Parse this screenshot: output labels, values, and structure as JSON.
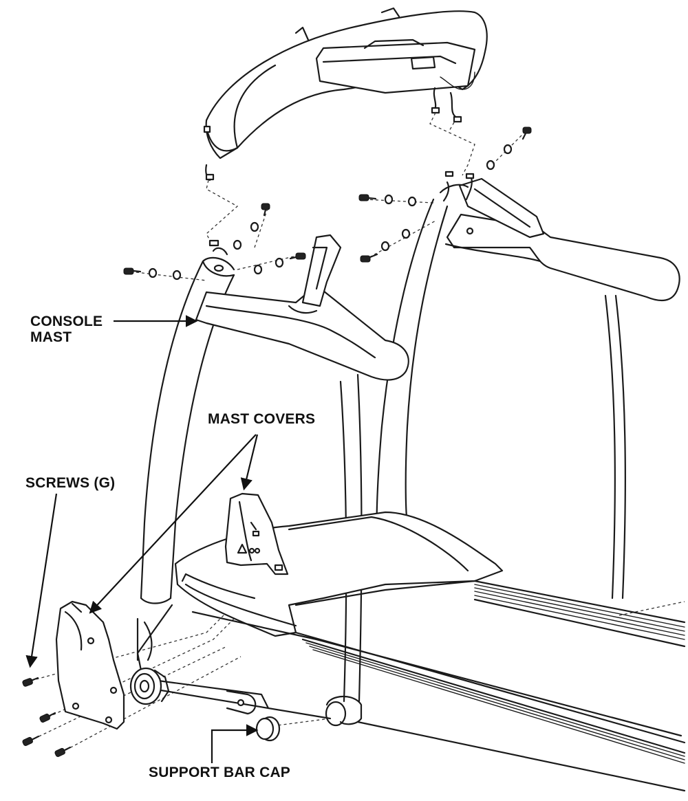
{
  "labels": {
    "console_mast": [
      "CONSOLE",
      "MAST"
    ],
    "mast_covers": "MAST COVERS",
    "screws_g": "SCREWS (G)",
    "support_bar_cap": "SUPPORT BAR CAP"
  },
  "colors": {
    "line": "#1a1a1a",
    "background": "#ffffff",
    "text": "#111111"
  }
}
